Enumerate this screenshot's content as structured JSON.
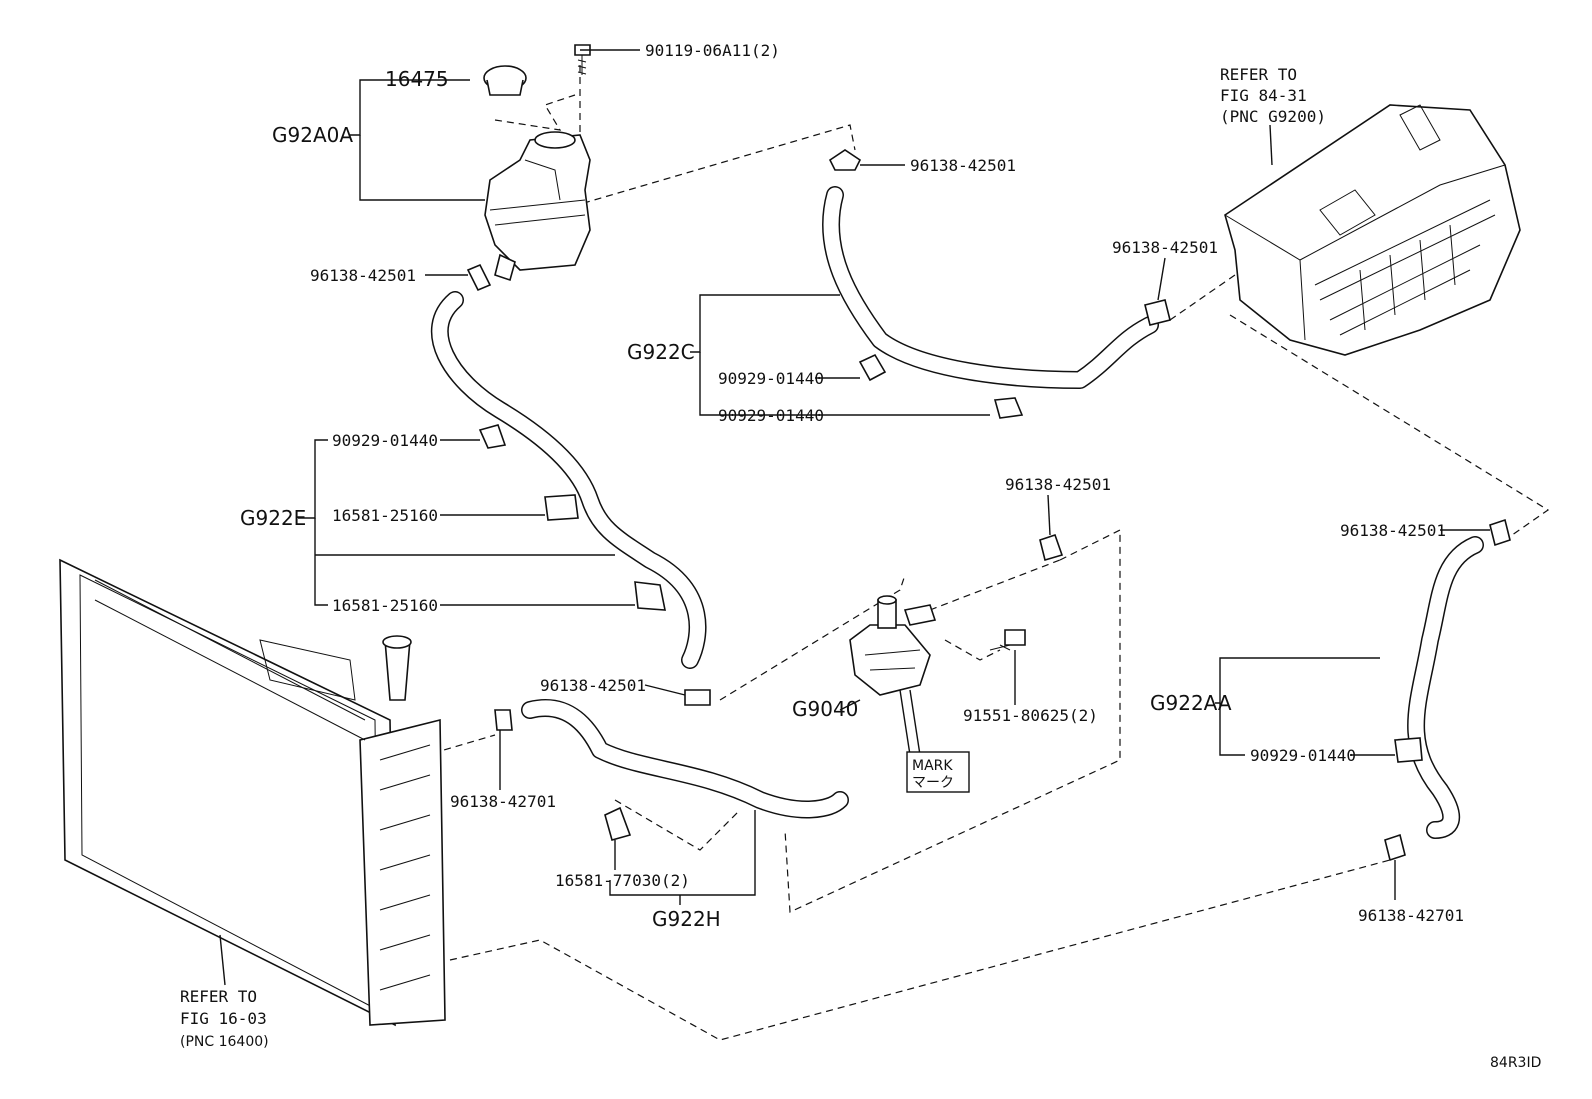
{
  "groups": {
    "g92a0a": "G92A0A",
    "g922c": "G922C",
    "g922e": "G922E",
    "g9040": "G9040",
    "g922aa": "G922AA",
    "g922h": "G922H"
  },
  "parts": {
    "cap_16475": "16475",
    "bolt_tank": "90119-06A11(2)",
    "clamp_top_center": "96138-42501",
    "clamp_tank": "96138-42501",
    "clamp_inverter": "96138-42501",
    "g922c_clip_1": "90929-01440",
    "g922c_clip_2": "90929-01440",
    "g922e_clip": "90929-01440",
    "g922e_sensor_1": "16581-25160",
    "g922e_sensor_2": "16581-25160",
    "clamp_pump_top": "96138-42501",
    "clamp_hose_bottom": "96138-42501",
    "clamp_radiator": "96138-42701",
    "pump_bolt": "91551-80625(2)",
    "clamp_right_top": "96138-42501",
    "g922aa_clip": "90929-01440",
    "clamp_right_bottom": "96138-42701",
    "g922h_clip": "16581-77030(2)"
  },
  "mark_box": {
    "line1": "MARK",
    "line2": "マーク"
  },
  "refer_inverter": {
    "line1": "REFER TO",
    "line2": "FIG 84-31",
    "line3": "(PNC G9200)"
  },
  "refer_radiator": {
    "line1": "REFER TO",
    "line2": "FIG 16-03",
    "line3": "(PNC 16400)"
  },
  "diagram_code": "84R3ID"
}
